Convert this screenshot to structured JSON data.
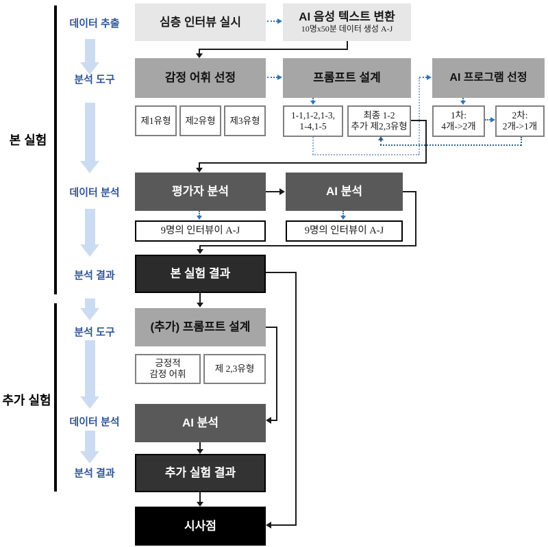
{
  "colors": {
    "stage_label_blue": "#2F5597",
    "flow_arrow_light_blue": "#CBDCF2",
    "connector_black": "#1A1A1A",
    "dotted_blue": "#2E75B6",
    "dotted_light_blue": "#8FAADC",
    "dotted_navy": "#2E5F8A",
    "box_light_gray": "#E7E7E7",
    "box_mid_gray": "#A6A6A6",
    "box_dark_gray": "#595959",
    "box_result_dark": "#2B2B2B",
    "box_final_black": "#000000"
  },
  "sections": {
    "main_label": "본 실험",
    "extra_label": "추가 실험"
  },
  "stages": {
    "s1": "데이터 추출",
    "s2": "분석 도구",
    "s3": "데이터 분석",
    "s4": "분석 결과",
    "s5": "분석 도구",
    "s6": "데이터 분석",
    "s7": "분석 결과"
  },
  "boxes": {
    "deep_interview": "심층 인터뷰 실시",
    "stt_title": "AI 음성 텍스트 변환",
    "stt_sub": "10명x50분 데이터 생성 A-J",
    "emotion_vocab": "감정 어휘 선정",
    "prompt_design": "프롬프트 설계",
    "ai_program": "AI 프로그램 선정",
    "type1": "제1유형",
    "type2": "제2유형",
    "type3": "제3유형",
    "prompt_candidates_line1": "1-1,1-2,1-3,",
    "prompt_candidates_line2": "1-4,1-5",
    "prompt_final_line1": "최종 1-2",
    "prompt_final_line2": "추가 제2,3유형",
    "round1_line1": "1차:",
    "round1_line2": "4개->2개",
    "round2_line1": "2차:",
    "round2_line2": "2개->1개",
    "evaluator_analysis": "평가자 분석",
    "ai_analysis": "AI 분석",
    "interviewees_left": "9명의 인터뷰이 A-J",
    "interviewees_right": "9명의 인터뷰이 A-J",
    "main_result": "본 실험 결과",
    "extra_prompt_design": "(추가) 프롬프트 설계",
    "positive_vocab_line1": "긍정적",
    "positive_vocab_line2": "감정 어휘",
    "type23": "제 2,3유형",
    "extra_ai_analysis": "AI 분석",
    "extra_result": "추가 실험 결과",
    "implication": "시사점"
  }
}
